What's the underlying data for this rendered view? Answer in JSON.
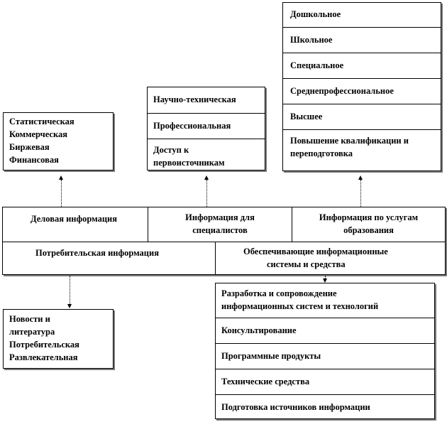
{
  "business_box": {
    "items": [
      "Статистическая",
      "Коммерческая",
      "Биржевая",
      "Финансовая"
    ]
  },
  "specialist_box": {
    "items": [
      "Научно-техническая",
      "Профессиональная",
      "Доступ к",
      "первоисточникам"
    ]
  },
  "education_box": {
    "items": [
      "Дошкольное",
      "Школьное",
      "Специальное",
      "Среднепрофессиональное",
      "Высшее",
      "Повышение квалификации и",
      "переподготовка"
    ]
  },
  "central": {
    "business": "Деловая информация",
    "specialists_line1": "Информация для",
    "specialists_line2": "специалистов",
    "education_line1": "Информация по услугам",
    "education_line2": "образования",
    "consumer": "Потребительская информация",
    "support_line1": "Обеспечивающие информационные",
    "support_line2": "системы и средства"
  },
  "consumer_box": {
    "items": [
      "Новости и",
      "литература",
      "Потребительская",
      "Развлекательная"
    ]
  },
  "support_box": {
    "items": [
      "Разработка и сопровождение",
      "информационных систем и технологий",
      "Консультирование",
      "Программные продукты",
      "Технические средства",
      "Подготовка источников информации"
    ]
  }
}
